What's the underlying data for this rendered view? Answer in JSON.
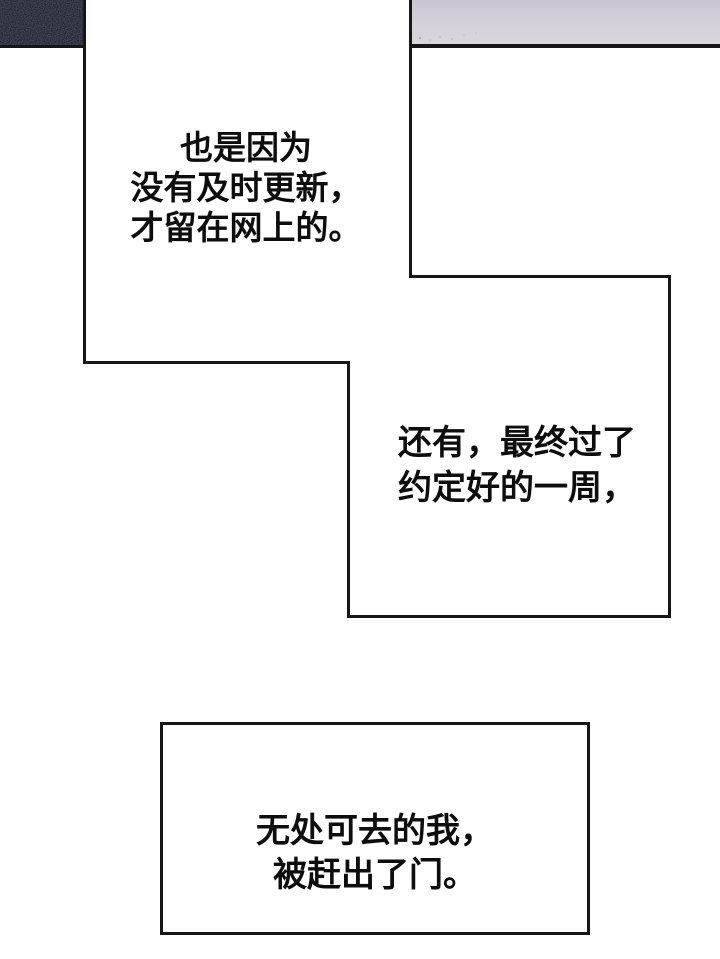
{
  "page": {
    "kind": "webtoon-comic-page",
    "background_color": "#ffffff",
    "panel_border_color": "#161616",
    "text_color": "#0d0d0d"
  },
  "textures": {
    "night_sky_fragment": {
      "label": "dark speckled night texture",
      "base_color": "#10121d",
      "speck_color": "#555c78"
    },
    "scene_strip_fragment": {
      "label": "pale lavender scene sliver",
      "top_color": "#c9c6d2",
      "bottom_color": "#d8d5de"
    }
  },
  "narration_1": {
    "lines": [
      "也是因为",
      "没有及时更新，",
      "才留在网上的。"
    ]
  },
  "narration_2": {
    "lines": [
      "还有，最终过了",
      "约定好的一周，"
    ]
  },
  "narration_3": {
    "lines": [
      "无处可去的我，",
      "被赶出了门。"
    ]
  }
}
